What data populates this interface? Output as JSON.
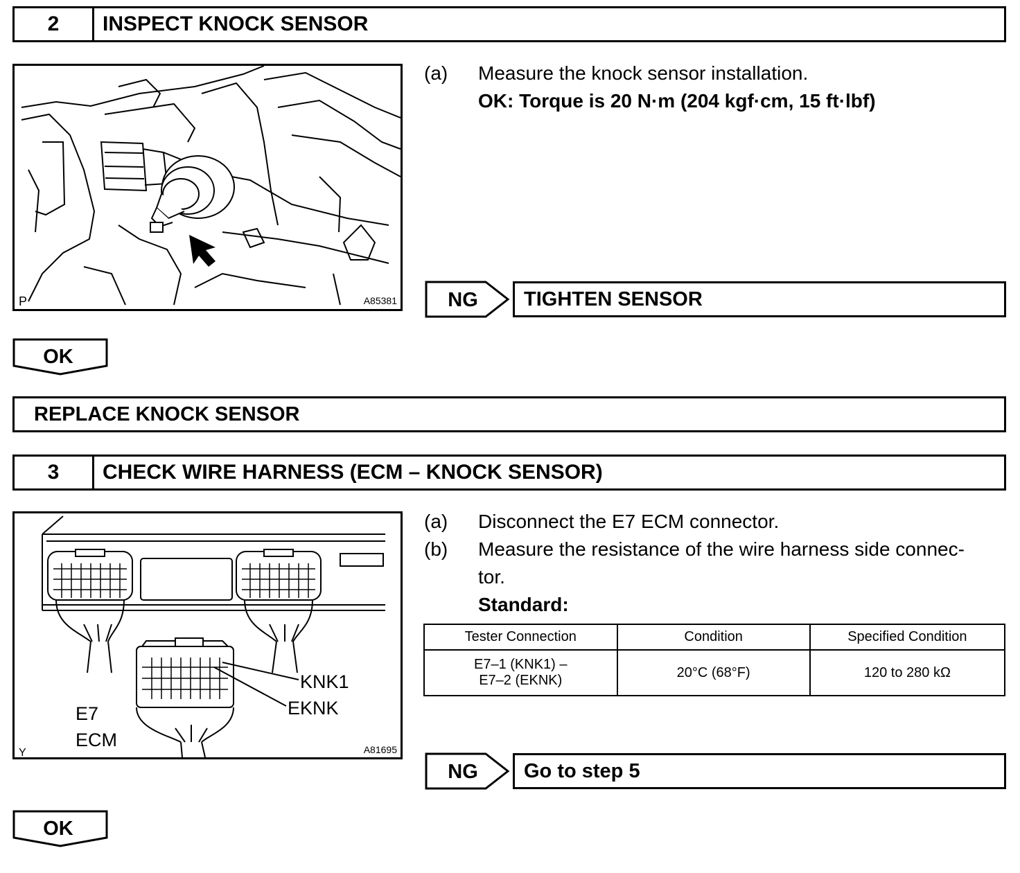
{
  "step2": {
    "number": "2",
    "title": "INSPECT KNOCK SENSOR",
    "figure": {
      "corner_letter": "P",
      "figure_id": "A85381"
    },
    "instruction_a_label": "(a)",
    "instruction_a": "Measure the knock sensor installation.",
    "spec": "OK: Torque is 20 N·m (204 kgf·cm, 15 ft·lbf)",
    "ng": {
      "label": "NG",
      "result": "TIGHTEN SENSOR"
    },
    "ok_label": "OK"
  },
  "replace_box": "REPLACE KNOCK SENSOR",
  "step3": {
    "number": "3",
    "title": "CHECK WIRE HARNESS (ECM – KNOCK SENSOR)",
    "figure": {
      "corner_letter": "Y",
      "figure_id": "A81695",
      "label_knk1": "KNK1",
      "label_eknk": "EKNK",
      "label_e7": "E7",
      "label_ecm": "ECM"
    },
    "instruction_a_label": "(a)",
    "instruction_a": "Disconnect the E7 ECM connector.",
    "instruction_b_label": "(b)",
    "instruction_b_line1": "Measure the resistance of the wire harness side connec-",
    "instruction_b_line2": "tor.",
    "standard_label": "Standard:",
    "table": {
      "headers": [
        "Tester Connection",
        "Condition",
        "Specified Condition"
      ],
      "row": {
        "tester_line1": "E7–1 (KNK1) –",
        "tester_line2": "E7–2 (EKNK)",
        "condition": "20°C (68°F)",
        "specified": "120 to 280 kΩ"
      }
    },
    "ng": {
      "label": "NG",
      "result": "Go to step 5"
    },
    "ok_label": "OK"
  }
}
